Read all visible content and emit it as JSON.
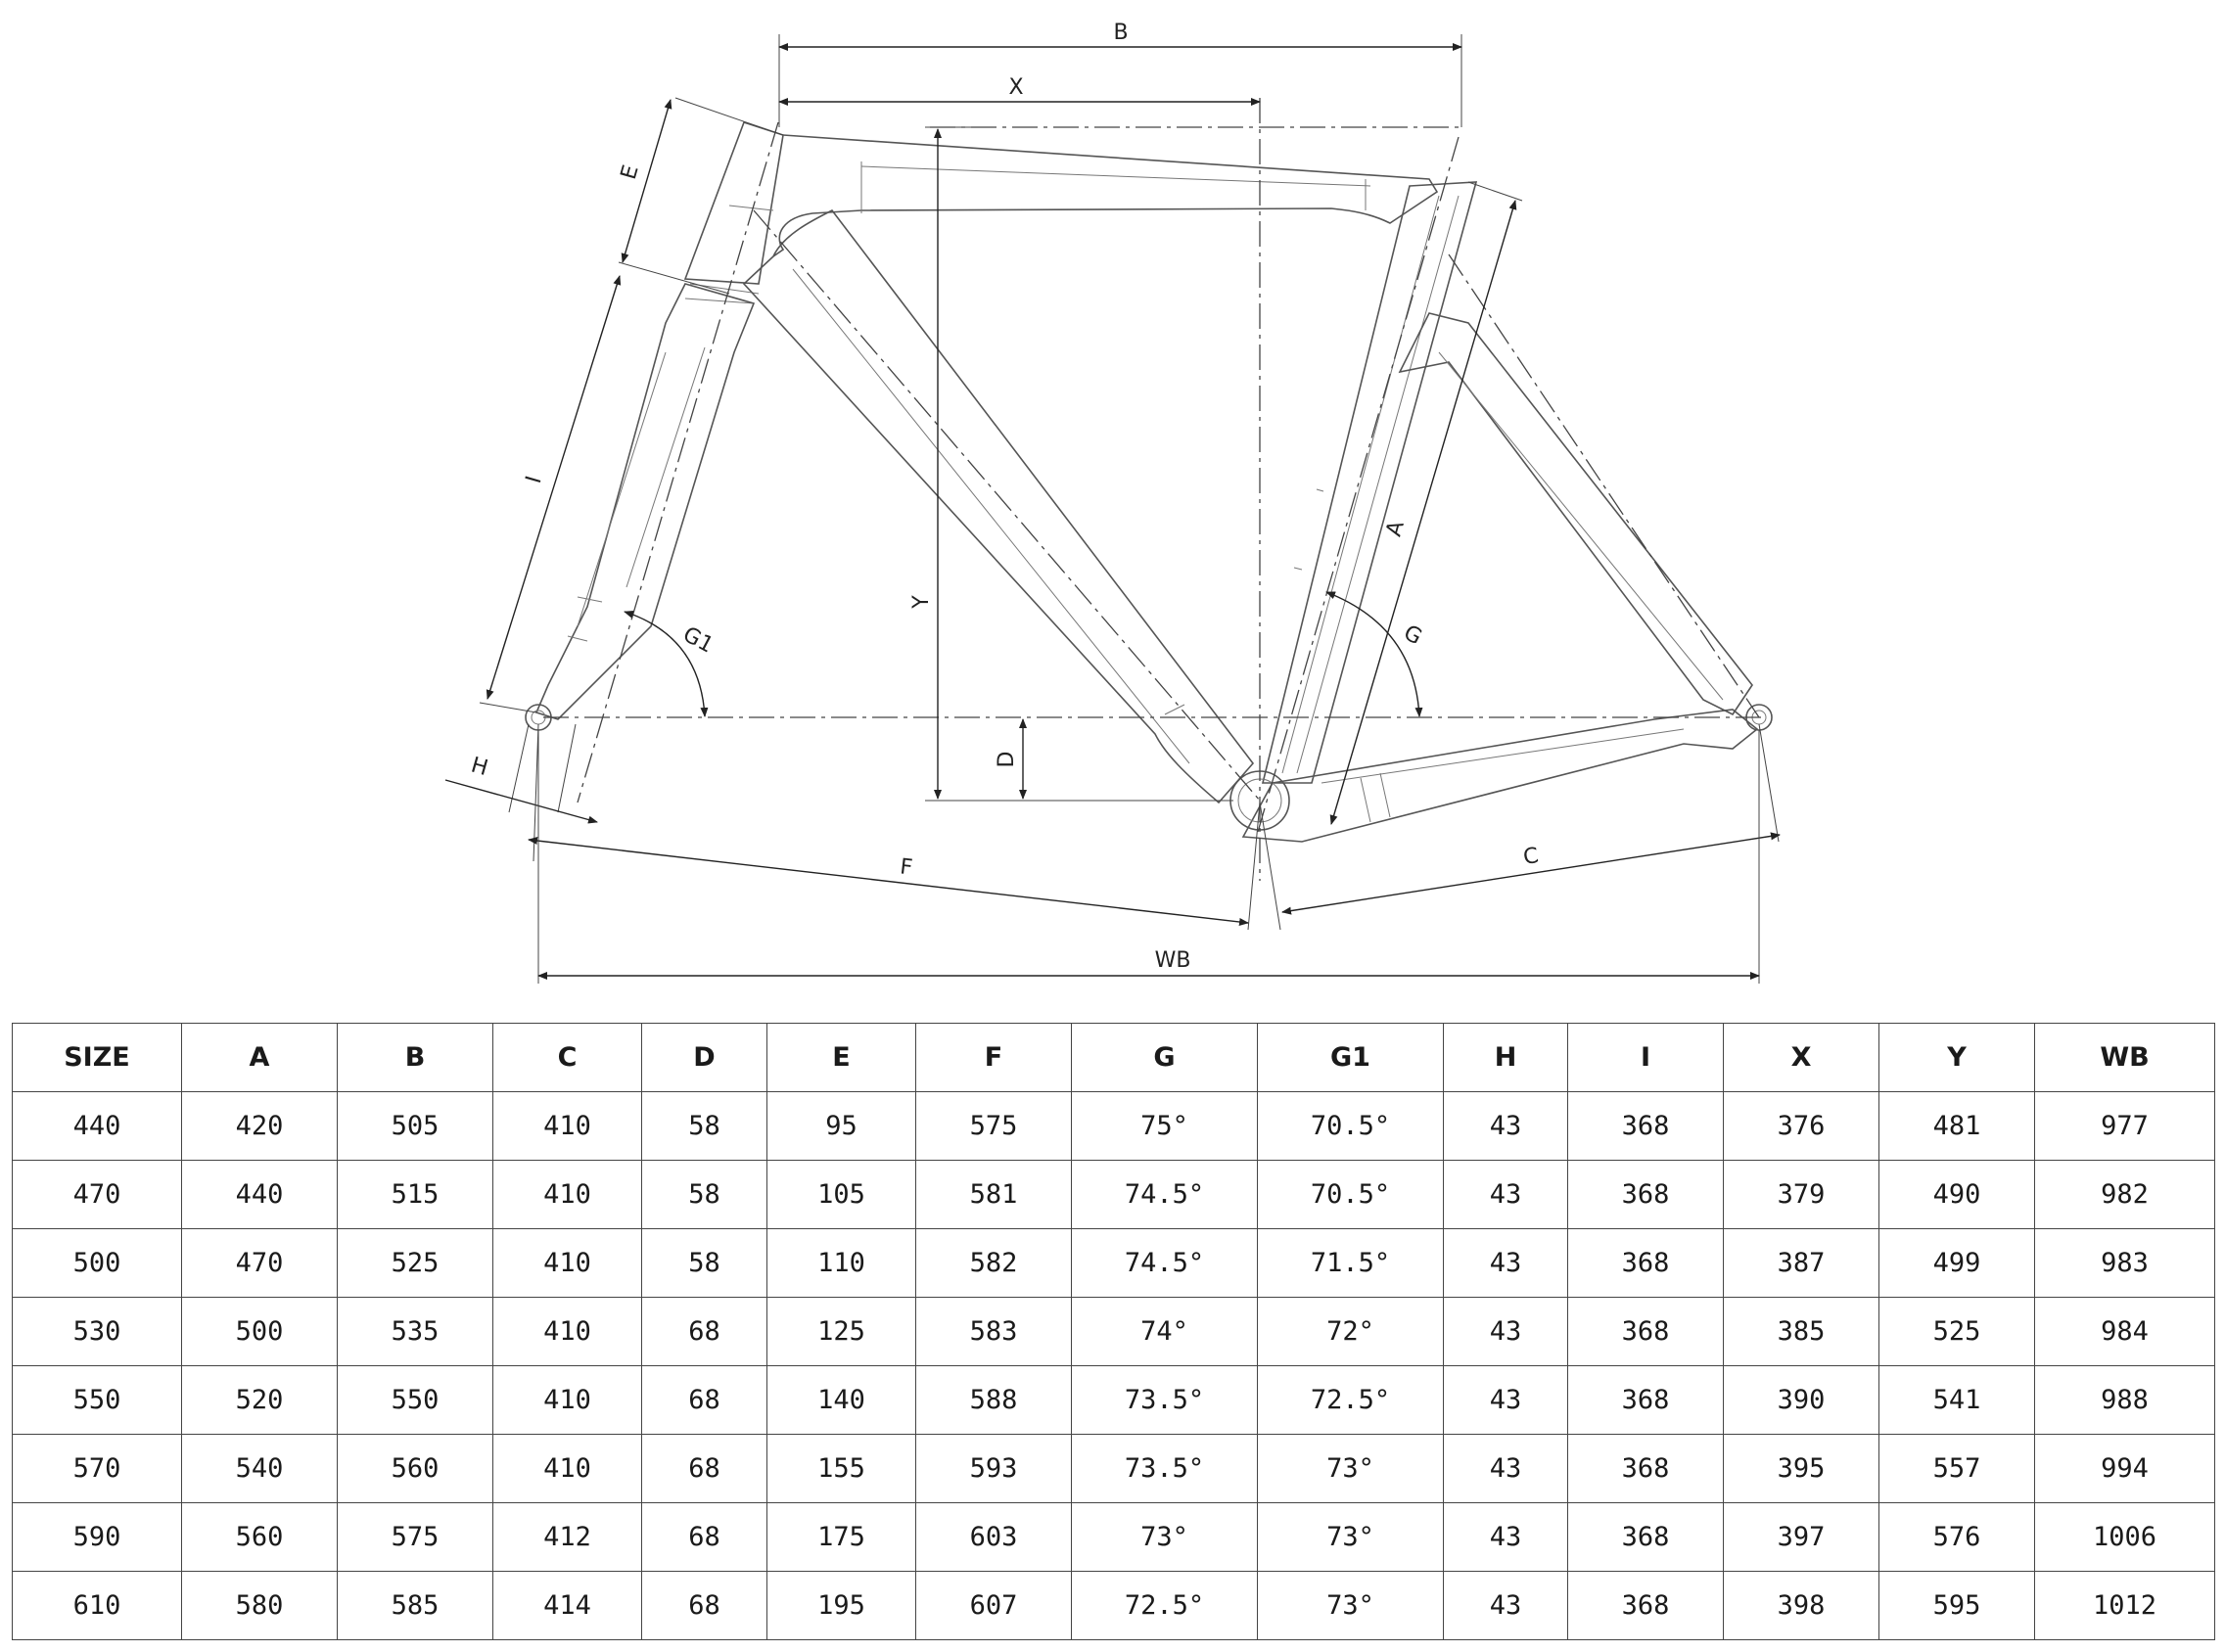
{
  "diagram": {
    "labels": {
      "A": "A",
      "B": "B",
      "C": "C",
      "D": "D",
      "E": "E",
      "F": "F",
      "G": "G",
      "G1": "G1",
      "H": "H",
      "I": "I",
      "X": "X",
      "Y": "Y",
      "WB": "WB"
    }
  },
  "table": {
    "headers": [
      "SIZE",
      "A",
      "B",
      "C",
      "D",
      "E",
      "F",
      "G",
      "G1",
      "H",
      "I",
      "X",
      "Y",
      "WB"
    ],
    "rows": [
      [
        "440",
        "420",
        "505",
        "410",
        "58",
        "95",
        "575",
        "75°",
        "70.5°",
        "43",
        "368",
        "376",
        "481",
        "977"
      ],
      [
        "470",
        "440",
        "515",
        "410",
        "58",
        "105",
        "581",
        "74.5°",
        "70.5°",
        "43",
        "368",
        "379",
        "490",
        "982"
      ],
      [
        "500",
        "470",
        "525",
        "410",
        "58",
        "110",
        "582",
        "74.5°",
        "71.5°",
        "43",
        "368",
        "387",
        "499",
        "983"
      ],
      [
        "530",
        "500",
        "535",
        "410",
        "68",
        "125",
        "583",
        "74°",
        "72°",
        "43",
        "368",
        "385",
        "525",
        "984"
      ],
      [
        "550",
        "520",
        "550",
        "410",
        "68",
        "140",
        "588",
        "73.5°",
        "72.5°",
        "43",
        "368",
        "390",
        "541",
        "988"
      ],
      [
        "570",
        "540",
        "560",
        "410",
        "68",
        "155",
        "593",
        "73.5°",
        "73°",
        "43",
        "368",
        "395",
        "557",
        "994"
      ],
      [
        "590",
        "560",
        "575",
        "412",
        "68",
        "175",
        "603",
        "73°",
        "73°",
        "43",
        "368",
        "397",
        "576",
        "1006"
      ],
      [
        "610",
        "580",
        "585",
        "414",
        "68",
        "195",
        "607",
        "72.5°",
        "73°",
        "43",
        "368",
        "398",
        "595",
        "1012"
      ]
    ]
  }
}
